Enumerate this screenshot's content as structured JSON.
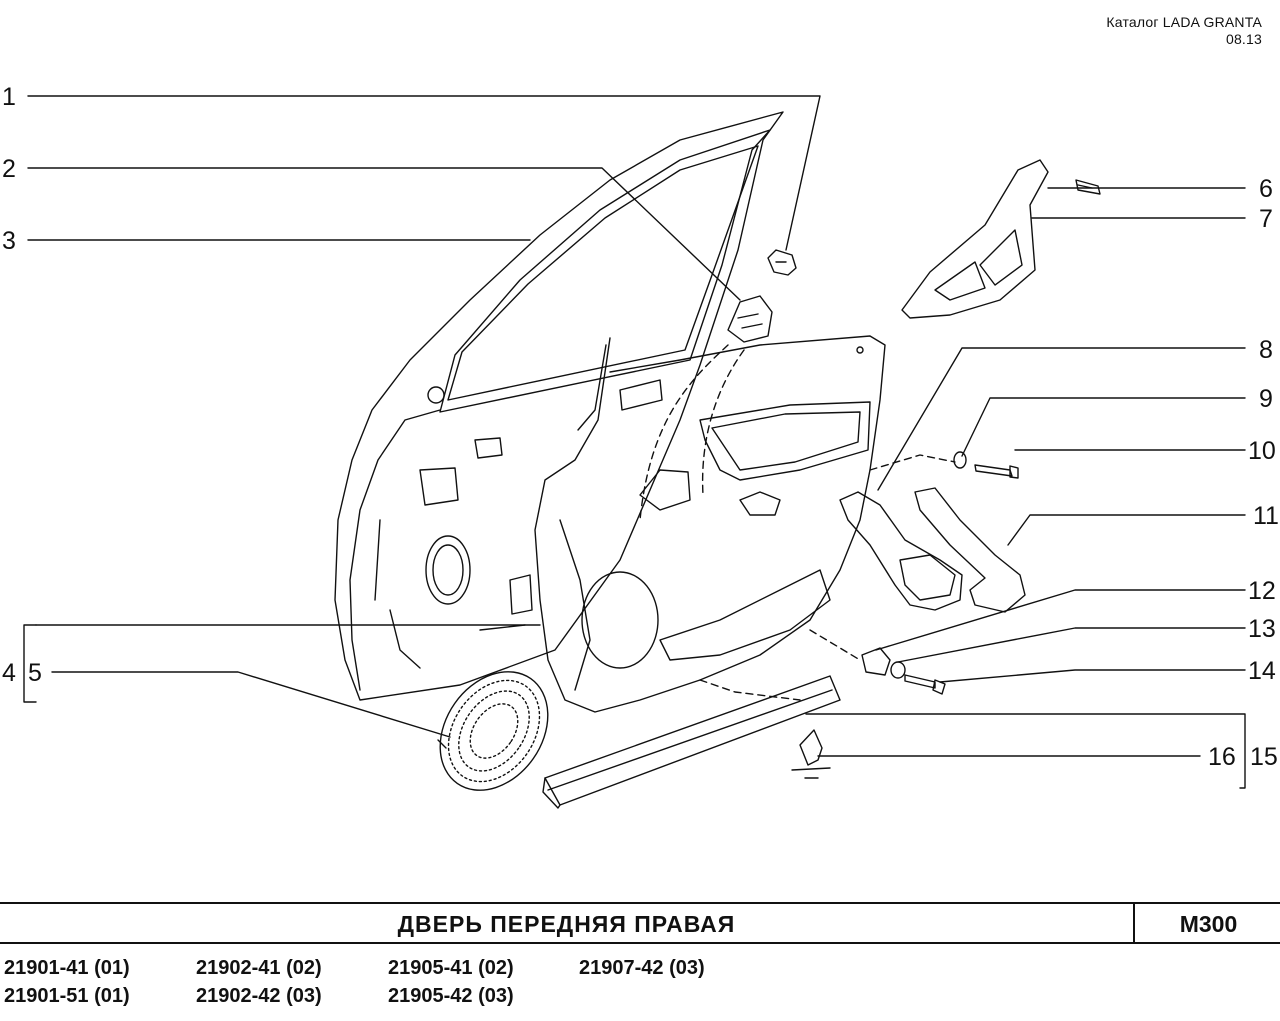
{
  "header": {
    "catalog": "Каталог  LADA  GRANTA",
    "date": "08.13"
  },
  "callouts": [
    "1",
    "2",
    "3",
    "4",
    "5",
    "6",
    "7",
    "8",
    "9",
    "10",
    "11",
    "12",
    "13",
    "14",
    "15",
    "16"
  ],
  "title": "ДВЕРЬ  ПЕРЕДНЯЯ  ПРАВАЯ",
  "code": "M300",
  "models": [
    [
      "21901-41 (01)",
      "21901-51 (01)"
    ],
    [
      "21902-41 (02)",
      "21902-42 (03)"
    ],
    [
      "21905-41 (02)",
      "21905-42 (03)"
    ],
    [
      "21907-42 (03)"
    ]
  ]
}
